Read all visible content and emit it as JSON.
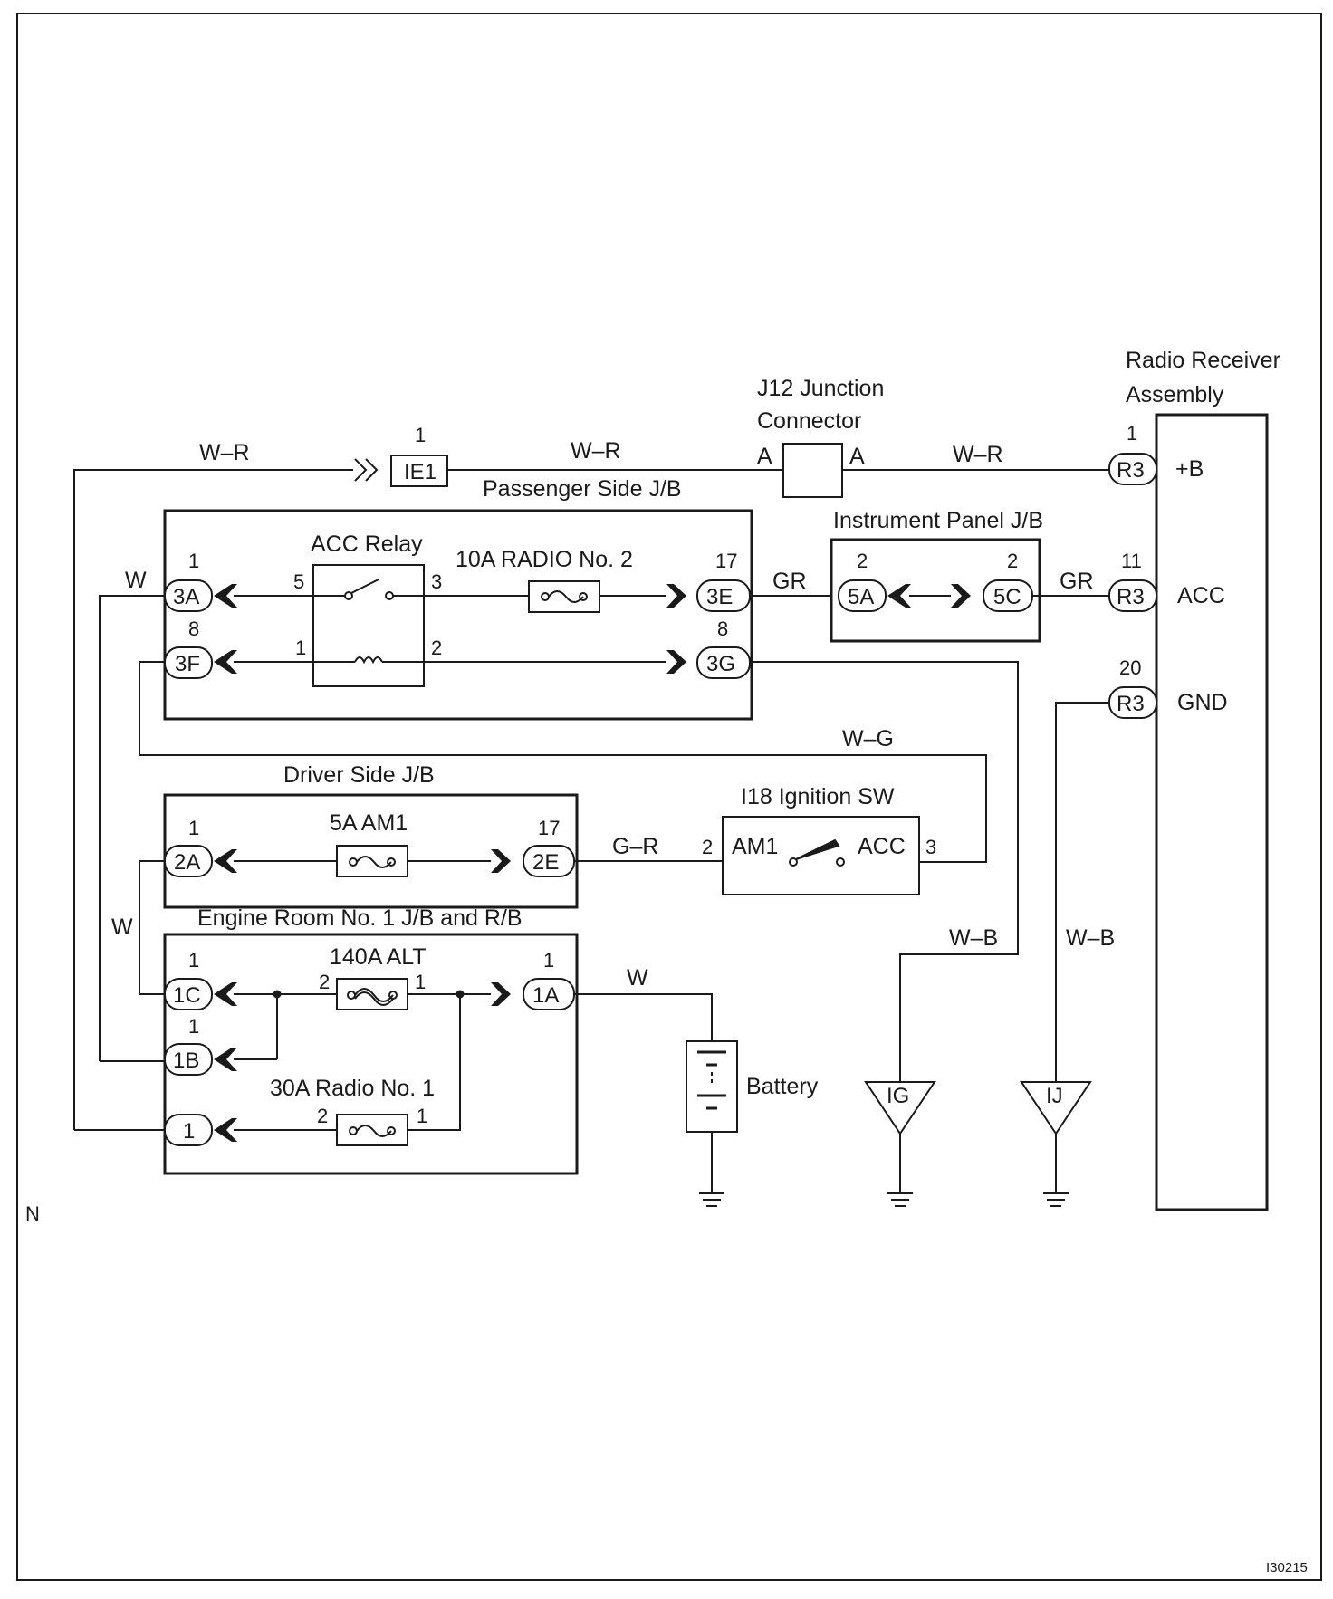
{
  "diagram": {
    "components": {
      "radio_receiver_line1": "Radio Receiver",
      "radio_receiver_line2": "Assembly",
      "j12_line1": "J12 Junction",
      "j12_line2": "Connector",
      "passenger_jb": "Passenger Side J/B",
      "instrument_panel_jb": "Instrument Panel J/B",
      "acc_relay": "ACC Relay",
      "fuse_radio2": "10A RADIO No. 2",
      "driver_jb": "Driver Side J/B",
      "fuse_am1": "5A AM1",
      "ignition_sw": "I18 Ignition SW",
      "engine_room_jb": "Engine Room No. 1 J/B and R/B",
      "fuse_alt": "140A ALT",
      "fuse_radio1": "30A Radio No. 1",
      "battery": "Battery"
    },
    "wires": {
      "top_left": "W–R",
      "top_mid": "W–R",
      "top_right": "W–R",
      "acc_left": "W",
      "gr_1": "GR",
      "gr_2": "GR",
      "wg": "W–G",
      "gr_ign": "G–R",
      "w_left": "W",
      "w_batt": "W",
      "wb_1": "W–B",
      "wb_2": "W–B"
    },
    "connectors": {
      "ie1": "IE1",
      "j12_a_left": "A",
      "j12_a_right": "A",
      "r3_b": "R3",
      "r3_acc": "R3",
      "r3_gnd": "R3",
      "c3a": "3A",
      "c3f": "3F",
      "c3e": "3E",
      "c3g": "3G",
      "c5a": "5A",
      "c5c": "5C",
      "c2a": "2A",
      "c2e": "2E",
      "c1c": "1C",
      "c1b": "1B",
      "c1": "1",
      "c1a": "1A",
      "ground_ig": "IG",
      "ground_ij": "IJ"
    },
    "terminals": {
      "plus_b": "+B",
      "acc": "ACC",
      "gnd": "GND",
      "sw_am1": "AM1",
      "sw_acc": "ACC"
    },
    "pins": {
      "ie1": "1",
      "r3_b": "1",
      "r3_acc": "11",
      "r3_gnd": "20",
      "c3a": "1",
      "c3f": "8",
      "relay_5": "5",
      "relay_3": "3",
      "relay_1": "1",
      "relay_2": "2",
      "c3e": "17",
      "c3g": "8",
      "c5a": "2",
      "c5c": "2",
      "c2a": "1",
      "c2e": "17",
      "sw_2": "2",
      "sw_3": "3",
      "c1c": "1",
      "c1b": "1",
      "alt_2": "2",
      "alt_1": "1",
      "c1a": "1",
      "r1_2": "2",
      "r1_1": "1"
    },
    "corner_n": "N",
    "figure_id": "I30215"
  }
}
